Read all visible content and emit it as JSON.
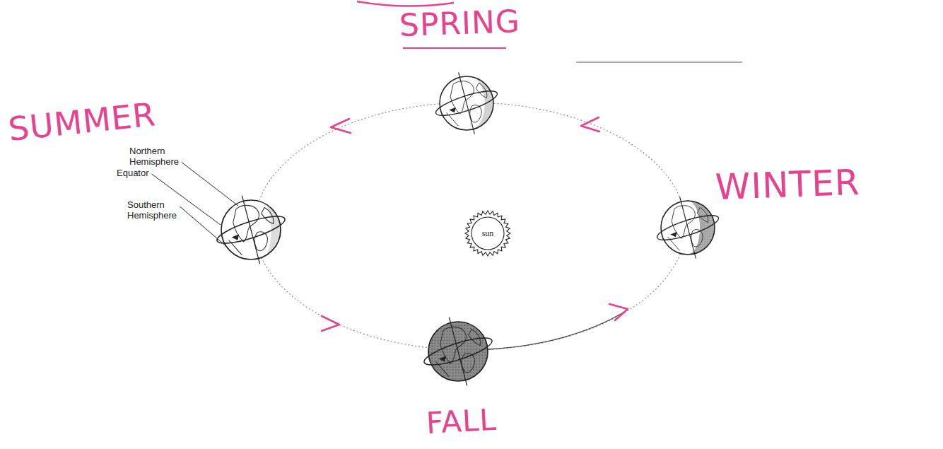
{
  "diagram": {
    "nodes": [
      {
        "text": [
          "sun"
        ]
      }
    ],
    "labels": [
      "SPRING",
      "SUMMER",
      "Northern Hemisphere",
      "Equator",
      "Southern Hemisphere",
      "WINTER",
      "FALL"
    ]
  }
}
